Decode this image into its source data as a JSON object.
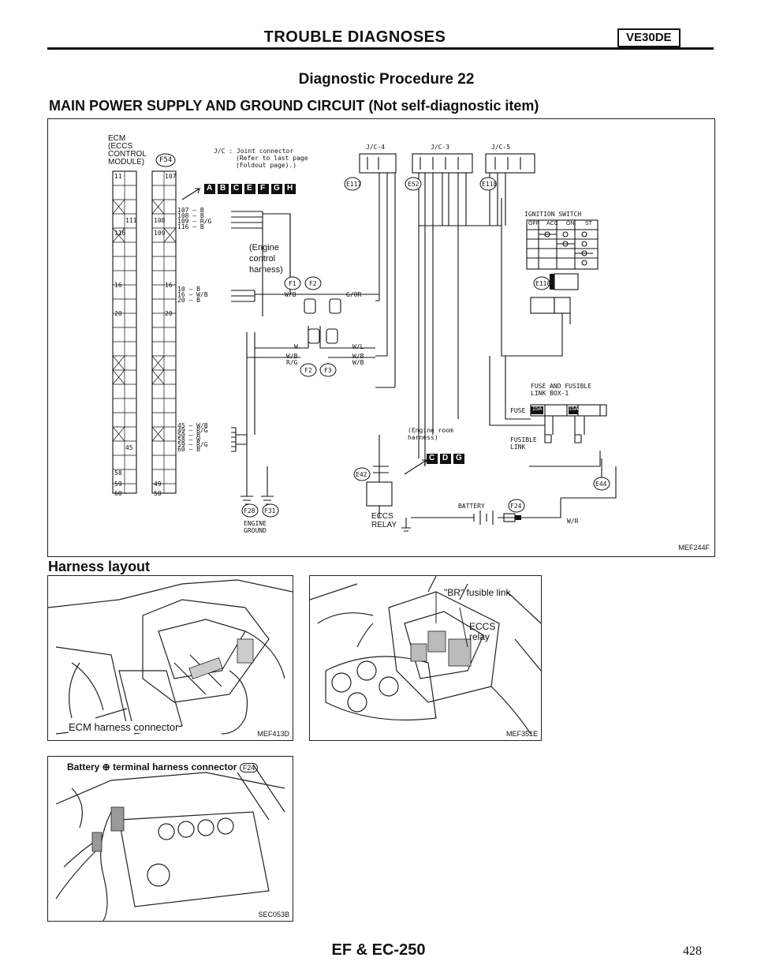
{
  "header": {
    "title": "TROUBLE DIAGNOSES",
    "badge": "VE30DE"
  },
  "procedure_title": "Diagnostic Procedure 22",
  "section_title": "MAIN POWER SUPPLY AND GROUND CIRCUIT (Not self-diagnostic item)",
  "wiring": {
    "ecm_label": [
      "ECM",
      "(ECCS",
      "CONTROL",
      "MODULE)"
    ],
    "ecm_connector": "F54",
    "jc_note": [
      "J/C : Joint connector",
      "(Refer to last page",
      "(Foldout page).)"
    ],
    "jc_labels": [
      "J/C-4",
      "J/C-3",
      "J/C-5"
    ],
    "connector_letters_top": [
      "A",
      "B",
      "C",
      "E",
      "F",
      "G",
      "H"
    ],
    "connector_letters_bottom": [
      "C",
      "D",
      "G"
    ],
    "engine_control_harness": [
      "(Engine",
      "control",
      "harness)"
    ],
    "engine_room_harness": [
      "(Engine room",
      "harness)"
    ],
    "ignition_switch": "IGNITION SWITCH",
    "ignition_table_header": [
      "OFF",
      "ACC",
      "ON",
      "ST"
    ],
    "fuse_box_label": [
      "FUSE AND FUSIBLE",
      "LINK BOX-1"
    ],
    "fuse_label": "FUSE",
    "fuse_values": [
      "15A",
      "15A"
    ],
    "fusible_link_label": [
      "FUSIBLE",
      "LINK"
    ],
    "battery_label": "BATTERY",
    "eccs_relay_label": [
      "ECCS",
      "RELAY"
    ],
    "engine_ground_label": [
      "ENGINE",
      "GROUND"
    ],
    "connector_refs": [
      "E117",
      "E52",
      "E118",
      "F1",
      "F2",
      "F2",
      "F3",
      "F28",
      "F31",
      "E42",
      "E44",
      "F24",
      "E110"
    ],
    "wire_colors": [
      "W/B",
      "G/OR",
      "W",
      "W/L",
      "W/B",
      "R/G",
      "W/B",
      "W/B",
      "W/R"
    ],
    "pin_groups": [
      [
        "107 — B",
        "108 — B",
        "109 — R/G",
        "116 — B"
      ],
      [
        "10 — B",
        "16 — W/B",
        "20 — B"
      ],
      [
        "45 — W/B",
        "49 — R/G",
        "50 — B",
        "58 — W",
        "59 — R/G",
        "60 — B"
      ]
    ],
    "ecm_pins_left": [
      "11",
      "111",
      "116",
      "16",
      "20",
      "45",
      "58",
      "59",
      "60"
    ],
    "ecm_pins_right": [
      "107",
      "108",
      "109",
      "16",
      "20",
      "49",
      "50"
    ],
    "figure_code": "MEF244F"
  },
  "harness_title": "Harness layout",
  "photos": [
    {
      "caption": "ECM harness connector",
      "code": "MEF413D"
    },
    {
      "caption_top": "\"BR\" fusible link",
      "caption_mid": [
        "ECCS",
        "relay"
      ],
      "code": "MEF351E"
    },
    {
      "caption": "Battery ⊕ terminal harness connector",
      "connector": "F24",
      "code": "SEC053B"
    }
  ],
  "footer": {
    "center": "EF & EC-250",
    "page_number": "428"
  }
}
